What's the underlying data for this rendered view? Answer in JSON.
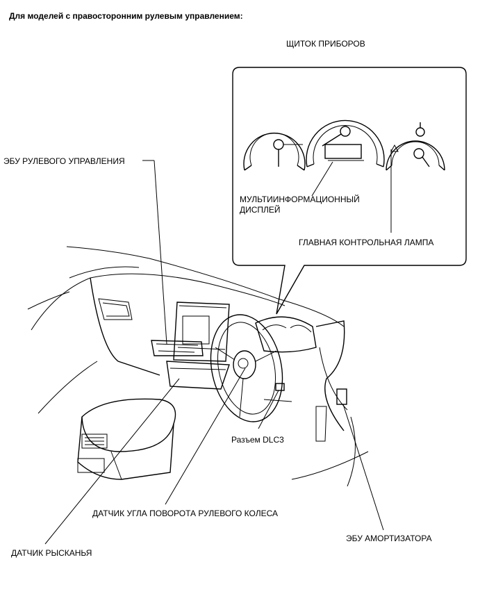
{
  "title": "Для моделей с правосторонним рулевым управлением:",
  "labels": {
    "instrument_panel": "ЩИТОК ПРИБОРОВ",
    "steering_ecu": "ЭБУ РУЛЕВОГО УПРАВЛЕНИЯ",
    "multi_display_line1": "МУЛЬТИИНФОРМАЦИОННЫЙ",
    "multi_display_line2": "ДИСПЛЕЙ",
    "master_warning": "ГЛАВНАЯ КОНТРОЛЬНАЯ ЛАМПА",
    "dlc3": "Разъем DLC3",
    "steering_angle_sensor": "ДАТЧИК УГЛА ПОВОРОТА РУЛЕВОГО КОЛЕСА",
    "absorber_ecu": "ЭБУ АМОРТИЗАТОРА",
    "yaw_sensor": "ДАТЧИК РЫСКАНЬЯ"
  }
}
